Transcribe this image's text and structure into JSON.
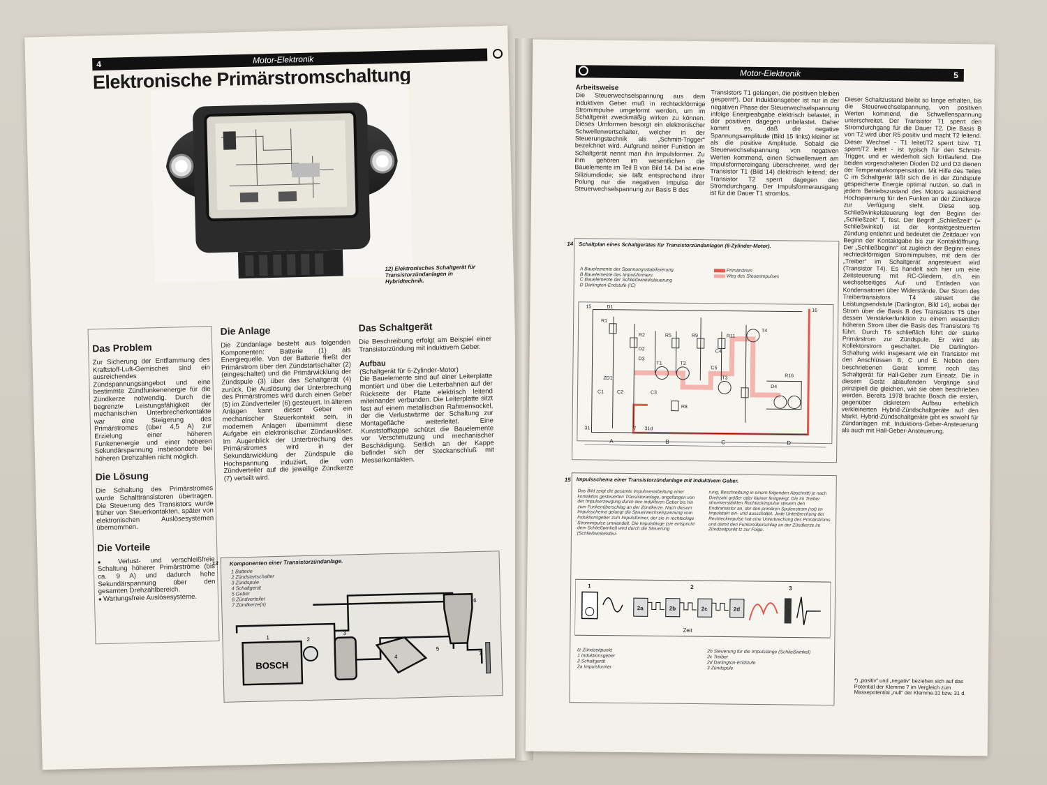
{
  "left_page": {
    "page_number": "4",
    "header": "Motor-Elektronik",
    "title": "Elektronische Primärstromschaltung",
    "photo_caption": "12) Elektronisches Schaltgerät für Transistorzündanlagen in Hybridtechnik.",
    "problem": {
      "heading": "Das Problem",
      "text": "Zur Sicherung der Entflammung des Kraftstoff-Luft-Gemisches sind ein ausreichendes Zündspannungsangebot und eine bestimmte Zündfunkenenergie für die Zündkerze notwendig. Durch die begrenzte Leistungsfähigkeit der mechanischen Unterbrecherkontakte war eine Steigerung des Primärstromes (über 4,5 A) zur Erzielung einer höheren Funkenenergie und einer höheren Sekundärspannung insbesondere bei höheren Drehzahlen nicht möglich."
    },
    "solution": {
      "heading": "Die Lösung",
      "text": "Die Schaltung des Primärstromes wurde Schalttransistoren übertragen. Die Steuerung des Transistors wurde früher von Steuerkontakten, später von elektronischen Auslösesystemen übernommen."
    },
    "advantages": {
      "heading": "Die Vorteile",
      "items": [
        "Verlust- und verschleißfreie Schaltung höherer Primärströme (bis ca. 9 A) und dadurch hohe Sekundärspannung über den gesamten Drehzahlbereich.",
        "Wartungsfreie Auslösesysteme."
      ]
    },
    "anlage": {
      "heading": "Die Anlage",
      "text": "Die Zündanlage besteht aus folgenden Komponenten: Batterie (1) als Energiequelle. Von der Batterie fließt der Primärstrom über den Zündstartschalter (2) (eingeschaltet) und die Primärwicklung der Zündspule (3) über das Schaltgerät (4) zurück. Die Auslösung der Unterbrechung des Primärstromes wird durch einen Geber (5) im Zündverteiler (6) gesteuert. In älteren Anlagen kann dieser Geber ein mechanischer Steuerkontakt sein, in modernen Anlagen übernimmt diese Aufgabe ein elektronischer Zündauslöser. Im Augenblick der Unterbrechung des Primärstromes wird in der Sekundärwicklung der Zündspule die Hochspannung induziert, die vom Zündverteiler auf die jeweilige Zündkerze (7) verteilt wird."
    },
    "schaltgeraet": {
      "heading": "Das Schaltgerät",
      "intro": "Die Beschreibung erfolgt am Beispiel einer Transistorzündung mit induktivem Geber.",
      "aufbau_heading": "Aufbau",
      "aufbau_sub": "(Schaltgerät für 6-Zylinder-Motor)",
      "aufbau_text": "Die Bauelemente sind auf einer Leiterplatte montiert und über die Leiterbahnen auf der Rückseite der Platte elektrisch leitend miteinander verbunden. Die Leiterplatte sitzt fest auf einem metallischen Rahmensockel, der die Verlustwärme der Schaltung zur Montagefläche weiterleitet. Eine Kunststoffkappe schützt die Bauelemente vor Verschmutzung und mechanischer Beschädigung. Seitlich an der Kappe befindet sich der Steckanschluß mit Messerkontakten."
    },
    "fig13": {
      "number": "13",
      "title": "Komponenten einer Transistorzündanlage.",
      "items": [
        "1 Batterie",
        "2 Zündstartschalter",
        "3 Zündspule",
        "4 Schaltgerät",
        "5 Geber",
        "6 Zündverteiler",
        "7 Zündkerze(n)"
      ],
      "battery_label": "BOSCH",
      "markers": [
        "1",
        "2",
        "3",
        "4",
        "5",
        "6",
        "7"
      ]
    }
  },
  "right_page": {
    "page_number": "5",
    "header": "Motor-Elektronik",
    "arbeitsweise": {
      "heading": "Arbeitsweise",
      "col1": "Die Steuerwechselspannung aus dem induktiven Geber muß in rechteckförmige Stromimpulse umgeformt werden, um im Schaltgerät zweckmäßig wirken zu können. Dieses Umformen besorgt ein elektronischer Schwellenwertschalter, welcher in der Steuerungstechnik als „Schmitt-Trigger“ bezeichnet wird. Aufgrund seiner Funktion im Schaltgerät nennt man ihn Impulsformer. Zu ihm gehören im wesentlichen die Bauelemente im Teil B von Bild 14. D4 ist eine Siliziumdiode; sie läßt entsprechend ihrer Polung nur die negativen Impulse der Steuerwechselspannung zur Basis B des",
      "col2": "Transistors T1 gelangen, die positiven bleiben gesperrt*). Der Induktionsgeber ist nur in der negativen Phase der Steuerwechselspannung infolge Energieabgabe elektrisch belastet, in der positiven dagegen unbelastet. Daher kommt es, daß die negative Spannungsamplitude (Bild 15 links) kleiner ist als die positive Amplitude. Sobald die Steuerwechselspannung von negativen Werten kommend, einen Schwellenwert am Impulsformereingang überschreitet, wird der Transistor T1 (Bild 14) elektrisch leitend; der Transistor T2 sperrt dagegen den Stromdurchgang. Der Impulsformerausgang ist für die Dauer T1 stromlos.",
      "col3": "Dieser Schaltzustand bleibt so lange erhalten, bis die Steuerwechselspannung, von positiven Werten kommend, die Schwellenspannung unterschreitet. Der Transistor T1 sperrt den Stromdurchgang für die Dauer T2. Die Basis B von T2 wird über R5 positiv und macht T2 leitend. Dieser Wechsel - T1 leitet/T2 sperrt bzw. T1 sperrt/T2 leitet - ist typisch für den Schmitt-Trigger, und er wiederholt sich fortlaufend. Die beiden vorgeschalteten Dioden D2 und D3 dienen der Temperaturkompensation. Mit Hilfe des Teiles C im Schaltgerät läßt sich die in der Zündspule gespeicherte Energie optimal nutzen, so daß in jedem Betriebszustand des Motors ausreichend Hochspannung für den Funken an der Zündkerze zur Verfügung steht. Diese sog. Schließwinkelsteuerung legt den Beginn der „Schließzeit“ T, fest. Der Begriff „Schließzeit“ (= Schließwinkel) ist der kontaktgesteuerten Zündung entlehnt und bedeutet die Zeitdauer von Beginn der Kontaktgabe bis zur Kontaktöffnung. Der „Schließbeginn“ ist zugleich der Beginn eines rechteckförmigen Stromimpulses, mit dem der „Treiber“ im Schaltgerät angesteuert wird (Transistor T4). Es handelt sich hier um eine Zeitsteuerung mit RC-Gliedern, d.h. ein wechselseitiges Auf- und Entladen von Kondensatoren über Widerstände. Der Strom des Treibertransistors T4 steuert die Leistungsendstufe (Darlington, Bild 14), wobei der Strom über die Basis B des Transistors T5 über dessen Verstärkerfunktion zu einem wesentlich höheren Strom über die Basis des Transistors T6 führt. Durch T6 schließlich führt der starke Primärstrom zur Zündspule. Er wird als Kollektorstrom geschaltet. Die Darlington-Schaltung wirkt insgesamt wie ein Transistor mit den Anschlüssen B, C und E. Neben dem beschriebenen Gerät kommt noch das Schaltgerät für Hall-Geber zum Einsatz. Die in diesem Gerät ablaufenden Vorgänge sind prinzipiell die gleichen, wie sie oben beschrieben werden. Bereits 1978 brachte Bosch die ersten, gegenüber diskretem Aufbau erheblich verkleinerten Hybrid-Zündschaltgeräte auf den Markt. Hybrid-Zündschaltgeräte gibt es sowohl für Zündanlagen mit Induktions-Geber-Ansteuerung als auch mit Hall-Geber-Ansteuerung."
    },
    "fig14": {
      "number": "14",
      "title": "Schaltplan eines Schaltgerätes für Transistorzündanlagen (6-Zylinder-Motor).",
      "legend": [
        "A Bauelemente der Spannungsstabilisierung",
        "B Bauelemente des Impulsformers",
        "C Bauelemente der Schließwinkelsteuerung",
        "D Darlington-Endstufe (IC)"
      ],
      "color_legend": [
        "Primärstrom",
        "Weg des Steuerimpulses"
      ],
      "sections": [
        "A",
        "B",
        "C",
        "D"
      ],
      "components": [
        "15",
        "D1",
        "R1",
        "R2",
        "R5",
        "R9",
        "R11",
        "D2",
        "D3",
        "T1",
        "T2",
        "T3",
        "T4",
        "C1",
        "C2",
        "C3",
        "C4",
        "C5",
        "ZD1",
        "R8",
        "R16",
        "D4",
        "31d",
        "31",
        "7",
        "16"
      ],
      "primary_color": "#e2584f",
      "impulse_color": "#f3a9a3"
    },
    "fig15": {
      "number": "15",
      "title": "Impulsschema einer Transistorzündanlage mit induktivem Geber.",
      "text_left": "Das Bild zeigt die gesamte Impulsverarbeitung einer kontaktlos gesteuerten Transistoranlage, angefangen von der Impulserzeugung durch den induktiven Geber bis hin zum Funkenüberschlag an der Zündkerze. Nach diesem Impulsschema gelangt die Steuerwechselspannung vom Induktionsgeber zum Impulsformer, der sie in rechteckige Stromimpulse umwandelt. Die Impulslänge (sie entspricht dem Schließwinkel) wird durch die Steuerung (Schließwinkelsteu-",
      "text_right": "rung, Beschreibung in einem folgenden Abschnitt) je nach Drehzahl größer oder kleiner festgelegt. Die im Treiber stromverstärkten Rechteckimpulse steuern den Endtransistor an, der den primären Spulenstrom (rot) im Impulstakt ein- und ausschaltet. Jede Unterbrechung der Rechteckimpulse hat eine Unterbrechung des Primärstroms und damit den Funkenüberschlag an der Zündkerze im Zündzeitpunkt tz zur Folge.",
      "stages": [
        "2a",
        "2b",
        "2c",
        "2d"
      ],
      "markers": [
        "1",
        "2",
        "3"
      ],
      "time_label": "Zeit",
      "legend_left": [
        "tz Zündzeitpunkt",
        "1 Induktionsgeber",
        "2 Schaltgerät",
        "2a Impulsformer"
      ],
      "legend_right": [
        "2b Steuerung für die Impulslänge (Schließwinkel)",
        "2c Treiber",
        "2d Darlington-Endstufe",
        "3 Zündspule"
      ]
    },
    "footnote": "*) „positiv“ und „negativ“ beziehen sich auf das Potential der Klemme 7 im Vergleich zum Massepotential „null“ der Klemme 31 bzw. 31 d."
  }
}
